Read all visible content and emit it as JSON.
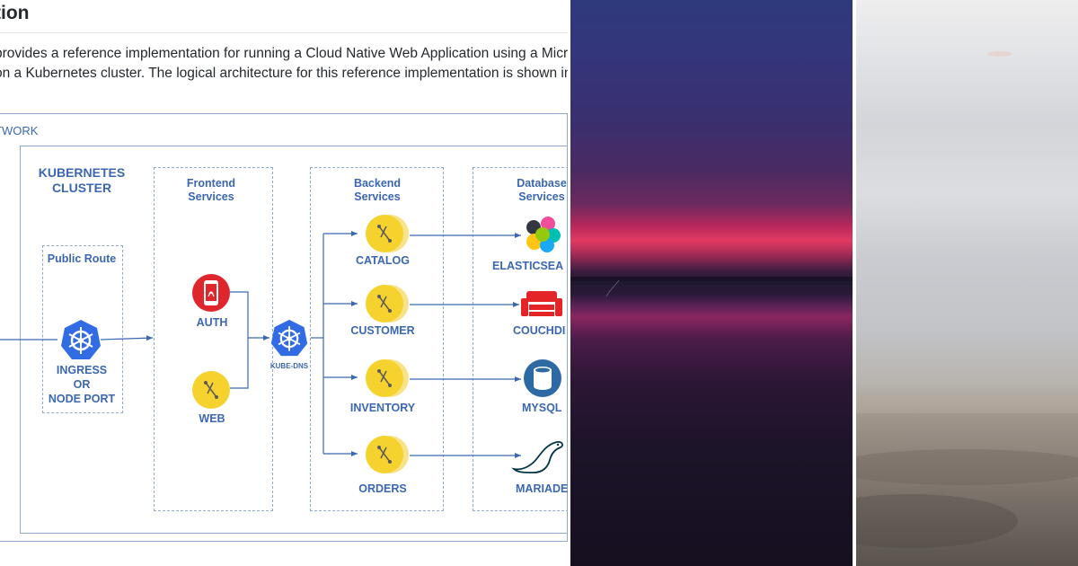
{
  "document": {
    "title": "tion",
    "paragraph_line1": "provides a reference implementation for running a Cloud Native Web Application using a Microserv",
    "paragraph_line2": "on a Kubernetes cluster. The logical architecture for this reference implementation is shown in the"
  },
  "diagram": {
    "network_label": "TWORK",
    "cluster_label": "KUBERNETES CLUSTER",
    "groups": {
      "public_route": "Public Route",
      "frontend": "Frontend Services",
      "backend": "Backend Services",
      "database": "Database Services"
    },
    "ingress": {
      "line1": "INGRESS",
      "line2": "OR",
      "line3": "NODE PORT"
    },
    "frontend_nodes": [
      "AUTH",
      "WEB"
    ],
    "kube_dns": "KUBE-DNS",
    "backend_nodes": [
      "CATALOG",
      "CUSTOMER",
      "INVENTORY",
      "ORDERS"
    ],
    "database_nodes": [
      "ELASTICSEA",
      "COUCHDI",
      "MYSQL",
      "MARIADE"
    ]
  },
  "colors": {
    "diagram_blue": "#3b67b0",
    "kube_blue": "#326ce5",
    "service_yellow": "#f5d22e",
    "auth_red": "#e0262d",
    "couch_red": "#e42528",
    "mysql_blue": "#2d6aa3"
  }
}
